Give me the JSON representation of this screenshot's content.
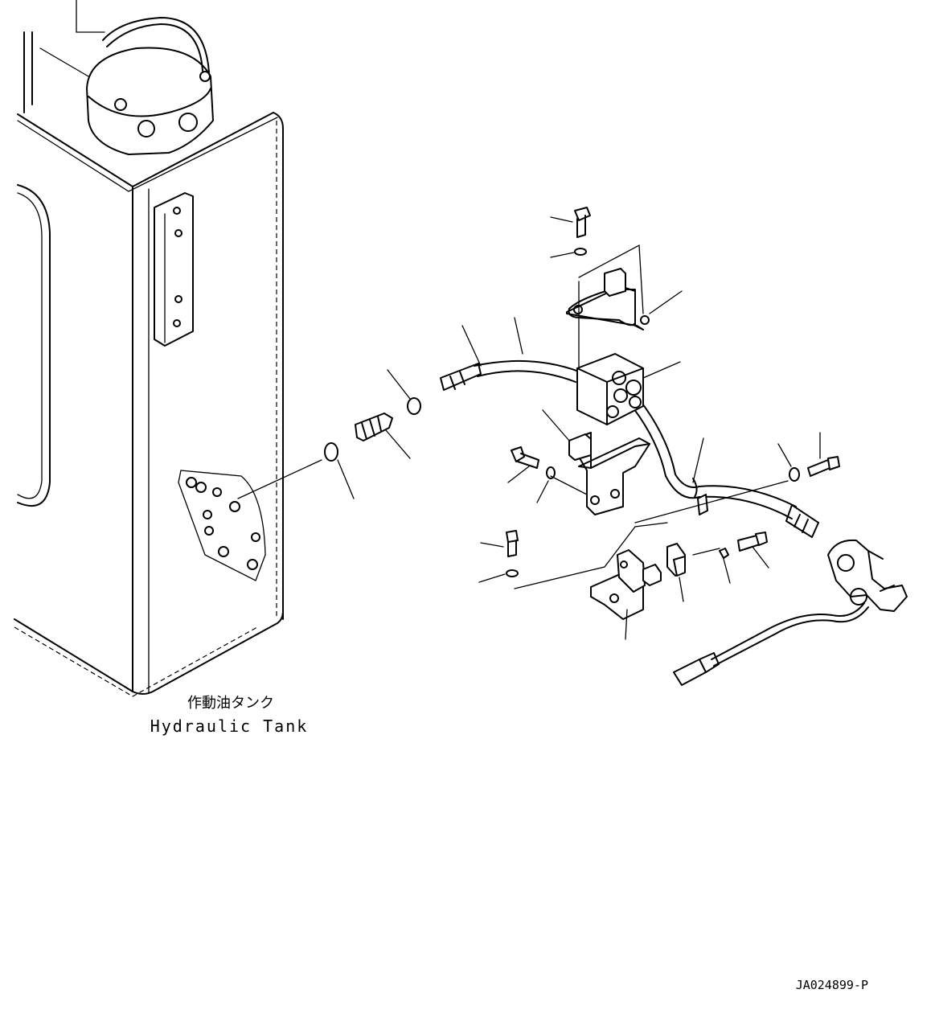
{
  "labels": {
    "tank_jp": "作動油タンク",
    "tank_en": "Hydraulic Tank",
    "drawing_code": "JA024899-P"
  }
}
